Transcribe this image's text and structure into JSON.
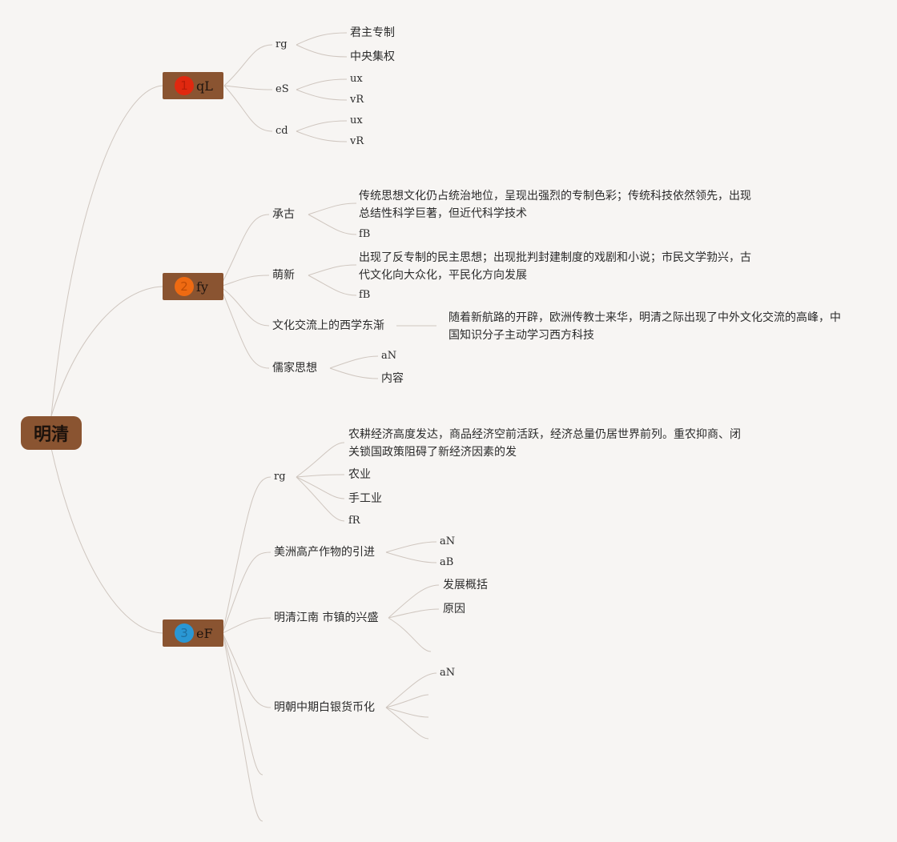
{
  "root": {
    "label": "明清"
  },
  "colors": {
    "badge_1": "#e0280f",
    "badge_2": "#ee6a12",
    "badge_3": "#2a97d4",
    "node_fill": "#8a5431",
    "link": "#cfc6bf"
  },
  "branches": [
    {
      "number": "1",
      "label": "qL",
      "children": [
        {
          "label": "rg",
          "children": [
            {
              "label": "君主专制"
            },
            {
              "label": "中央集权"
            }
          ]
        },
        {
          "label": "eS",
          "children": [
            {
              "label": "ux"
            },
            {
              "label": "vR"
            }
          ]
        },
        {
          "label": "cd",
          "children": [
            {
              "label": "ux"
            },
            {
              "label": "vR"
            }
          ]
        }
      ]
    },
    {
      "number": "2",
      "label": "fy",
      "children": [
        {
          "label": "承古",
          "children": [
            {
              "label": "传统思想文化仍占统治地位，呈现出强烈的专制色彩；传统科技依然领先，出现总结性科学巨著，但近代科学技术"
            },
            {
              "label": "fB"
            }
          ]
        },
        {
          "label": "萌新",
          "children": [
            {
              "label": "出现了反专制的民主思想；出现批判封建制度的戏剧和小说；市民文学勃兴，古代文化向大众化，平民化方向发展"
            },
            {
              "label": "fB"
            }
          ]
        },
        {
          "label": "文化交流上的西学东渐",
          "children": [
            {
              "label": "随着新航路的开辟，欧洲传教士来华，明清之际出现了中外文化交流的高峰，中国知识分子主动学习西方科技"
            }
          ]
        },
        {
          "label": "儒家思想",
          "children": [
            {
              "label": "aN"
            },
            {
              "label": "内容"
            }
          ]
        }
      ]
    },
    {
      "number": "3",
      "label": "eF",
      "children": [
        {
          "label": "rg",
          "children": [
            {
              "label": "农耕经济高度发达，商品经济空前活跃，经济总量仍居世界前列。重农抑商、闭关锁国政策阻碍了新经济因素的发"
            },
            {
              "label": "农业"
            },
            {
              "label": "手工业"
            },
            {
              "label": "fR"
            }
          ]
        },
        {
          "label": "美洲高产作物的引进",
          "children": [
            {
              "label": "aN"
            },
            {
              "label": "aB"
            }
          ]
        },
        {
          "label": "明清江南 市镇的兴盛",
          "children": [
            {
              "label": "发展概括"
            },
            {
              "label": "原因"
            }
          ]
        },
        {
          "label": "明朝中期白银货币化",
          "children": [
            {
              "label": "aN"
            }
          ]
        }
      ]
    }
  ]
}
